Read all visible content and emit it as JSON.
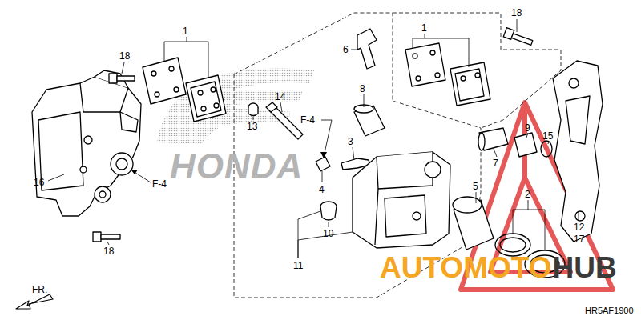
{
  "diagram": {
    "labels": [
      "1",
      "18",
      "6",
      "1",
      "18",
      "8",
      "14",
      "13",
      "F-4",
      "9",
      "3",
      "15",
      "7",
      "F-4",
      "16",
      "4",
      "5",
      "2",
      "12",
      "17",
      "10",
      "18",
      "11",
      "FR.",
      "HONDA",
      "AUTOMOTO",
      "HUB",
      "HR5AF1900"
    ]
  }
}
